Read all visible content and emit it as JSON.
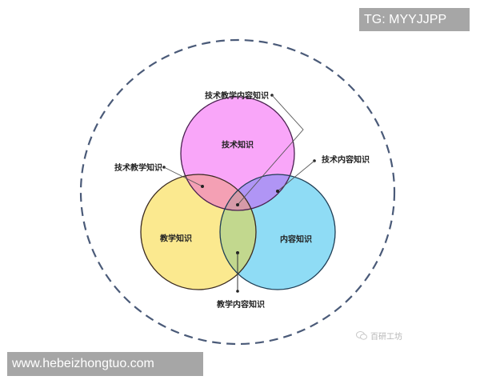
{
  "watermarks": {
    "top_right": "TG: MYYJJPP",
    "bottom_left": "www.hebeizhongtuo.com"
  },
  "brand": {
    "icon": "wechat-icon",
    "name": "百研工坊"
  },
  "diagram": {
    "type": "venn-3",
    "outer_boundary": {
      "style": "dashed",
      "color": "#4a5a78"
    },
    "circles": [
      {
        "id": "technology",
        "label": "技术知识",
        "color": "#f9a6f9"
      },
      {
        "id": "pedagogy",
        "label": "教学知识",
        "color": "#fbe98f"
      },
      {
        "id": "content",
        "label": "内容知识",
        "color": "#8fdcf5"
      }
    ],
    "intersections": [
      {
        "id": "tpk",
        "label": "技术教学知识",
        "color": "#f4a0b4",
        "sets": [
          "technology",
          "pedagogy"
        ]
      },
      {
        "id": "tck",
        "label": "技术内容知识",
        "color": "#b095f5",
        "sets": [
          "technology",
          "content"
        ]
      },
      {
        "id": "pck",
        "label": "教学内容知识",
        "color": "#c2d88e",
        "sets": [
          "pedagogy",
          "content"
        ]
      },
      {
        "id": "tpack",
        "label": "技术教学内容知识",
        "color": "#d69aa8",
        "sets": [
          "technology",
          "pedagogy",
          "content"
        ]
      }
    ]
  }
}
